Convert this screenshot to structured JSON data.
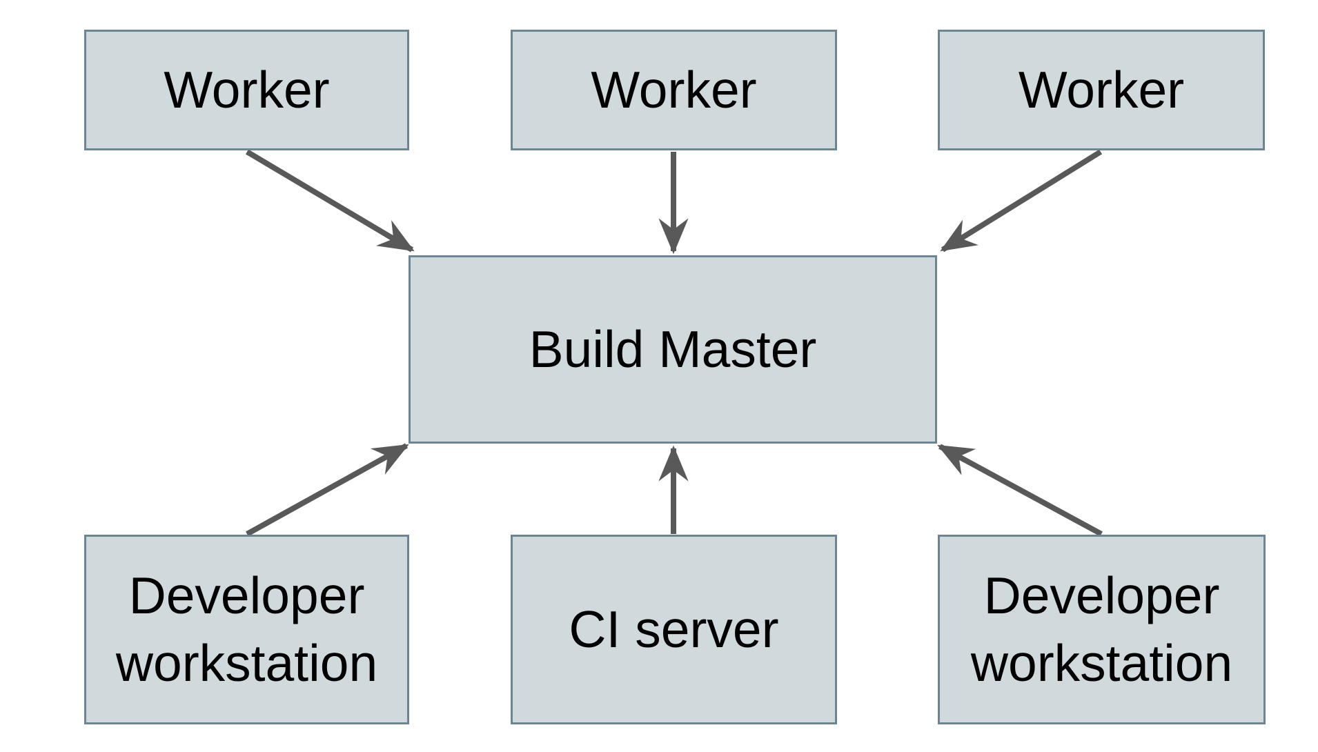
{
  "colors": {
    "background": "#ffffff",
    "node_fill": "#d0d9db",
    "node_border": "#6b8593",
    "arrow": "#595959",
    "text": "#000000"
  },
  "nodes": {
    "worker_left": {
      "label": "Worker"
    },
    "worker_middle": {
      "label": "Worker"
    },
    "worker_right": {
      "label": "Worker"
    },
    "build_master": {
      "label": "Build Master"
    },
    "developer_workstation_left": {
      "label": "Developer workstation"
    },
    "ci_server": {
      "label": "CI server"
    },
    "developer_workstation_right": {
      "label": "Developer workstation"
    }
  },
  "edges": [
    {
      "from": "worker_left",
      "to": "build_master"
    },
    {
      "from": "worker_middle",
      "to": "build_master"
    },
    {
      "from": "worker_right",
      "to": "build_master"
    },
    {
      "from": "developer_workstation_left",
      "to": "build_master"
    },
    {
      "from": "ci_server",
      "to": "build_master"
    },
    {
      "from": "developer_workstation_right",
      "to": "build_master"
    }
  ]
}
